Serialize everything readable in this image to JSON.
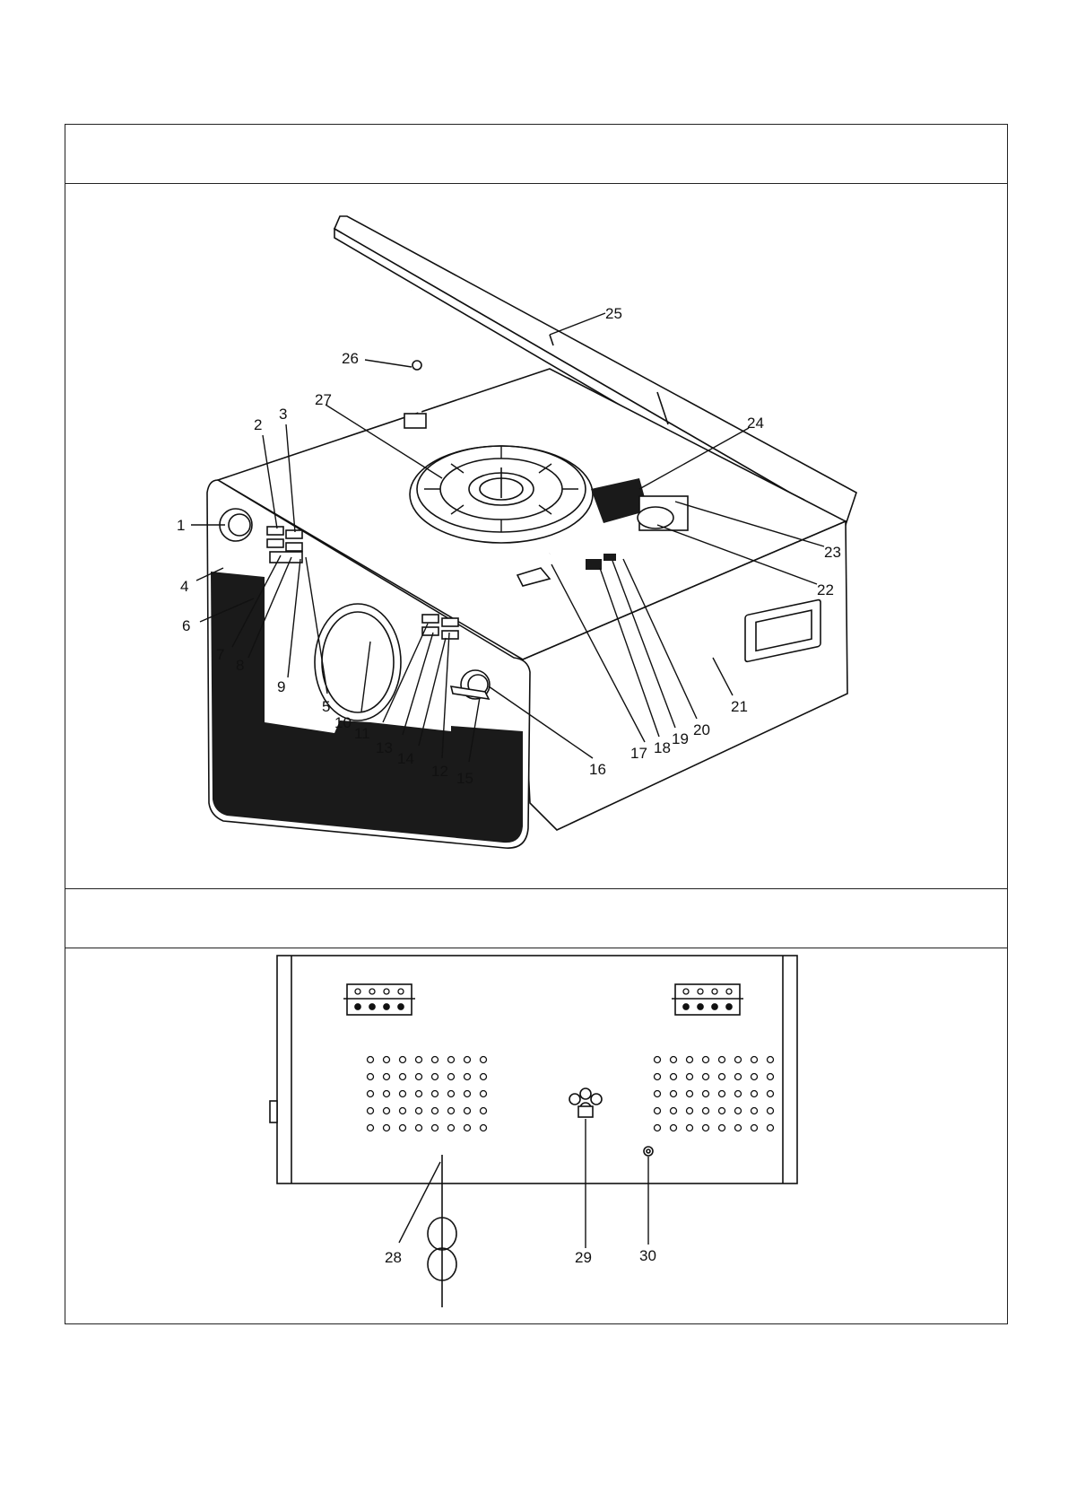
{
  "figure1": {
    "callouts": [
      "1",
      "2",
      "3",
      "4",
      "5",
      "6",
      "7",
      "8",
      "9",
      "10",
      "11",
      "12",
      "13",
      "14",
      "15",
      "16",
      "17",
      "18",
      "19",
      "20",
      "21",
      "22",
      "23",
      "24",
      "25",
      "26",
      "27"
    ]
  },
  "figure2": {
    "callouts": [
      "28",
      "29",
      "30"
    ]
  },
  "colors": {
    "line": "#111111",
    "speaker": "#1a1a1a",
    "background": "#ffffff"
  }
}
